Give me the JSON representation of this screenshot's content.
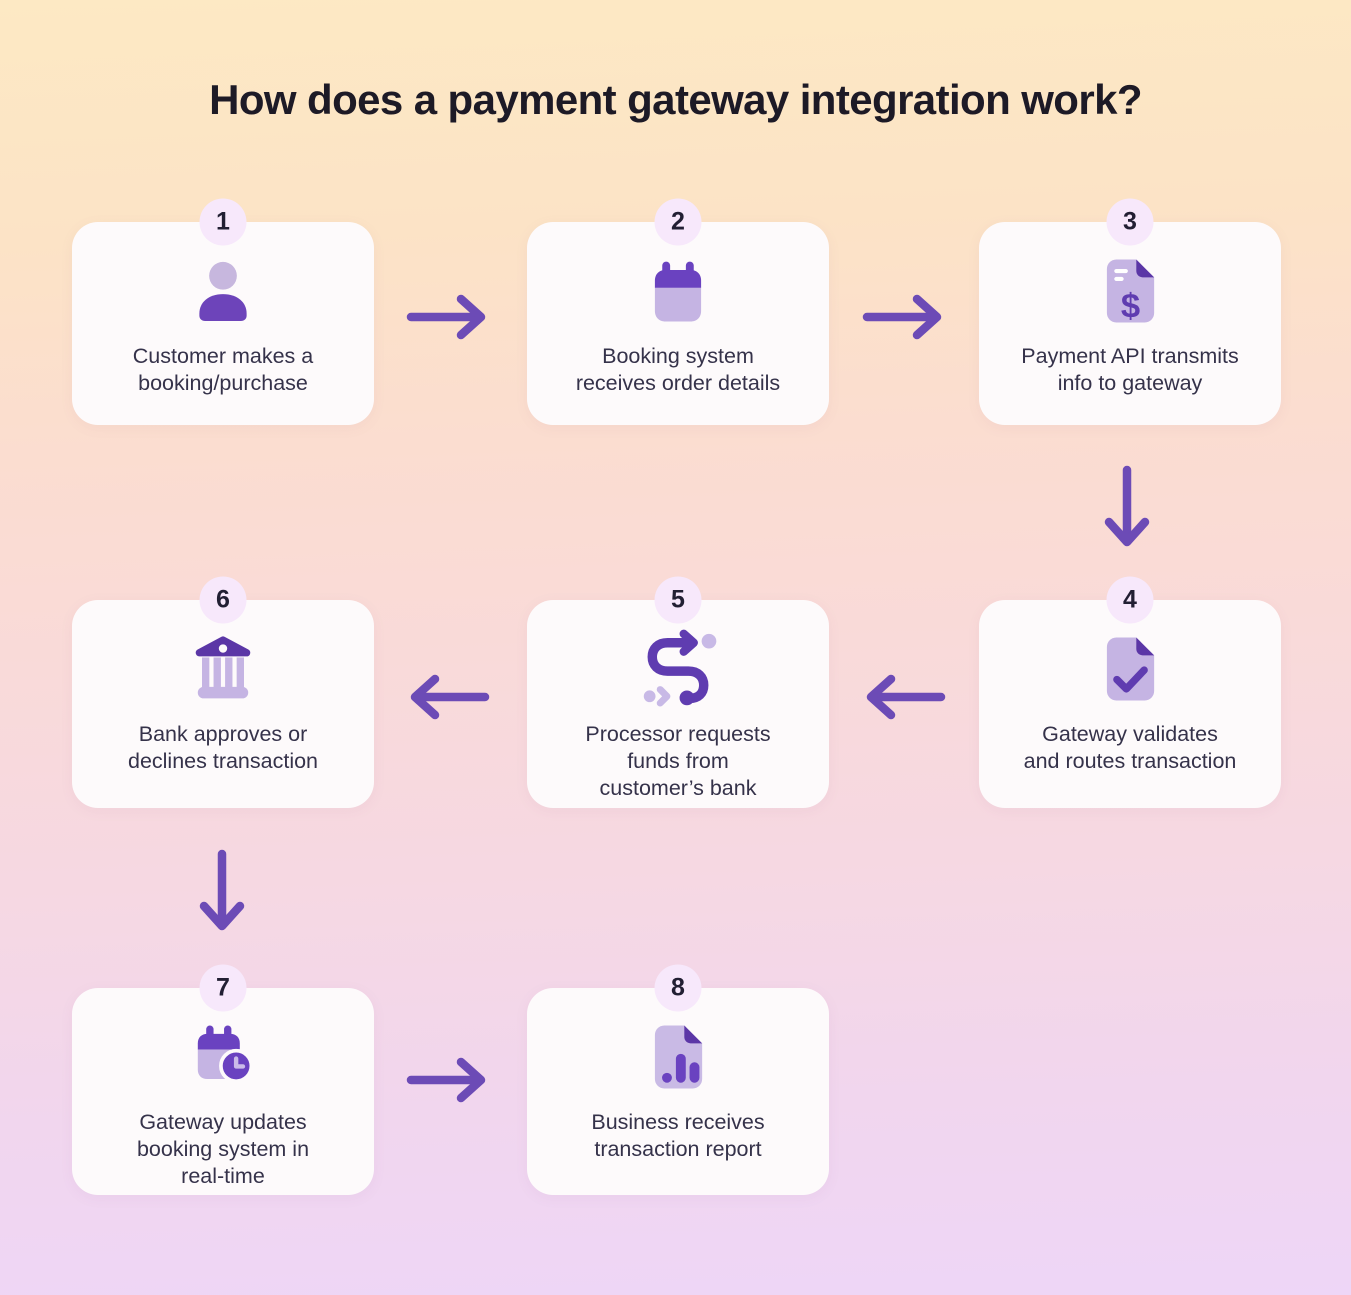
{
  "title": "How does a payment gateway integration work?",
  "colors": {
    "background_top": "#fde9c4",
    "background_middle": "#f9dad9",
    "background_bottom": "#eed6f7",
    "card_background": "#fdfafb",
    "badge_background": "#f7e8fb",
    "arrow_purple": "#6c4bb6",
    "icon_dark_purple": "#6140ba",
    "icon_light_purple": "#c5b4e3",
    "text_dark": "#35324a",
    "title_color": "#1d1a26"
  },
  "steps": [
    {
      "number": "1",
      "icon": "user-icon",
      "lines": [
        "Customer makes a",
        "booking/purchase"
      ]
    },
    {
      "number": "2",
      "icon": "calendar-icon",
      "lines": [
        "Booking system",
        "receives order details"
      ]
    },
    {
      "number": "3",
      "icon": "invoice-dollar-icon",
      "lines": [
        "Payment API transmits",
        "info to gateway"
      ]
    },
    {
      "number": "4",
      "icon": "document-check-icon",
      "lines": [
        "Gateway validates",
        "and routes transaction"
      ]
    },
    {
      "number": "5",
      "icon": "route-arrow-icon",
      "lines": [
        "Processor requests",
        "funds from",
        "customer’s bank"
      ]
    },
    {
      "number": "6",
      "icon": "bank-icon",
      "lines": [
        "Bank approves or",
        "declines transaction"
      ]
    },
    {
      "number": "7",
      "icon": "calendar-clock-icon",
      "lines": [
        "Gateway updates",
        "booking system in",
        "real-time"
      ]
    },
    {
      "number": "8",
      "icon": "report-document-icon",
      "lines": [
        "Business receives",
        "transaction report"
      ]
    }
  ]
}
